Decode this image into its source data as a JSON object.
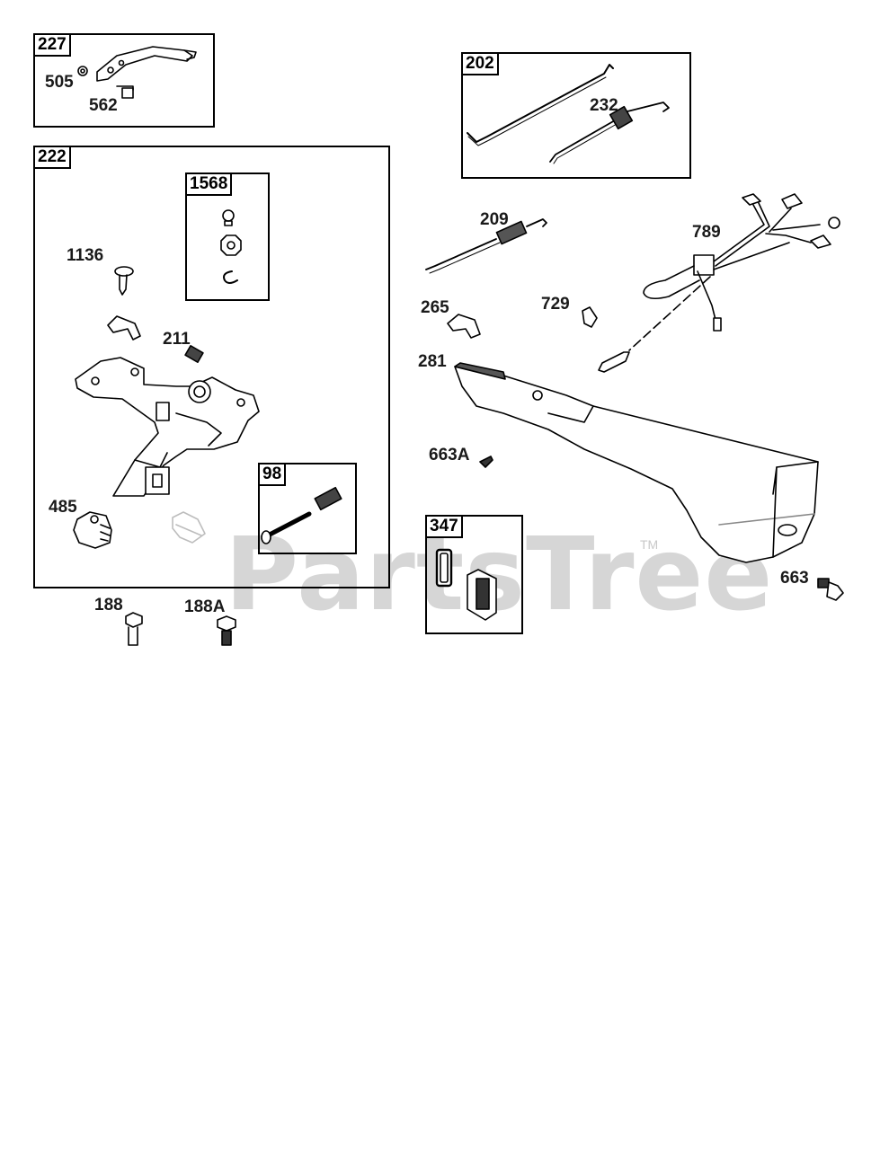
{
  "watermark": {
    "text": "PartsTree",
    "trademark": "TM"
  },
  "boxes": {
    "b227": "227",
    "b202": "202",
    "b222": "222",
    "b1568": "1568",
    "b98": "98",
    "b347": "347"
  },
  "labels": {
    "l505": "505",
    "l562": "562",
    "l232": "232",
    "l209": "209",
    "l789": "789",
    "l1136": "1136",
    "l211": "211",
    "l485": "485",
    "l265": "265",
    "l729": "729",
    "l281": "281",
    "l663A": "663A",
    "l663": "663",
    "l188": "188",
    "l188A": "188A"
  },
  "colors": {
    "line": "#000000",
    "part_fill": "#ffffff",
    "shade": "#cfcfcf",
    "watermark": "#d6d6d6"
  }
}
